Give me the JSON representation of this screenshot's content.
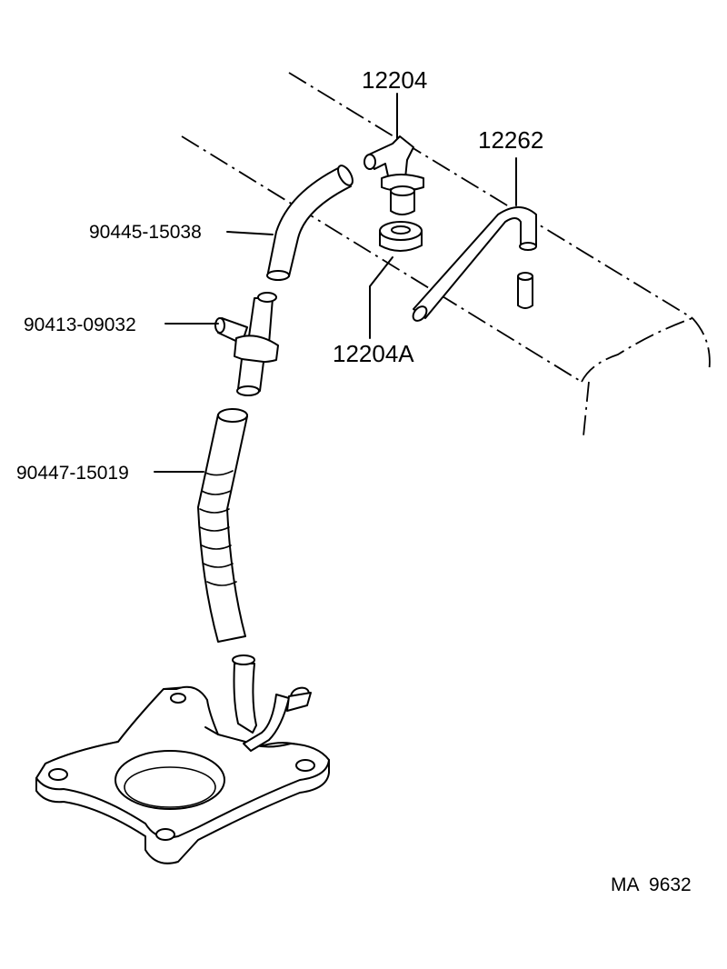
{
  "parts": {
    "p12204": "12204",
    "p12262": "12262",
    "p90445": "90445-15038",
    "p90413": "90413-09032",
    "p12204A": "12204A",
    "p90447": "90447-15019"
  },
  "diagram_code": "MA  9632"
}
